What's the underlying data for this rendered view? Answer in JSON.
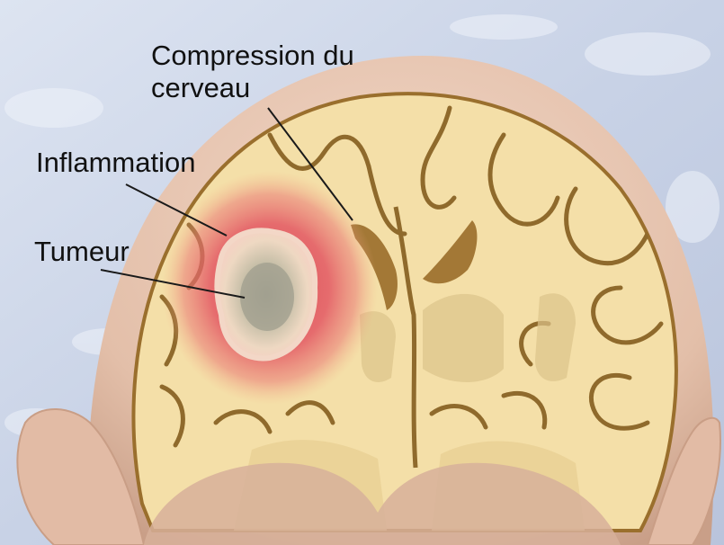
{
  "labels": {
    "compression_line1": "Compression du",
    "compression_line2": "cerveau",
    "inflammation": "Inflammation",
    "tumor": "Tumeur"
  },
  "colors": {
    "background": "#c9d3e6",
    "skin": "#e8c7b4",
    "brain": "#f4dfa8",
    "sulci": "#8f6a2c",
    "inflammation": "#e0505a",
    "tumor": "#b8b3a1"
  }
}
